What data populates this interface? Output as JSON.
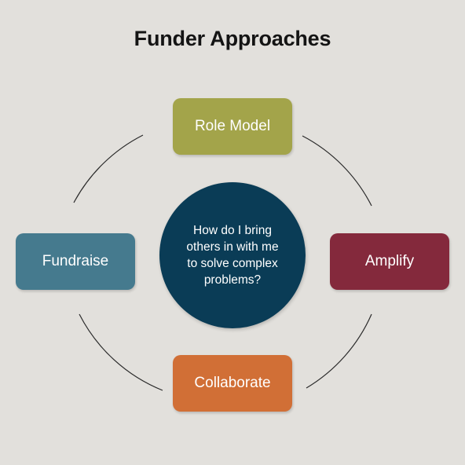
{
  "diagram": {
    "title": "Funder Approaches",
    "center": {
      "text": "How do I bring others in with me to solve complex problems?",
      "color": "#0a3c56"
    },
    "nodes": {
      "top": {
        "label": "Role Model",
        "color": "#a3a44a"
      },
      "right": {
        "label": "Amplify",
        "color": "#84293c"
      },
      "bottom": {
        "label": "Collaborate",
        "color": "#d16f36"
      },
      "left": {
        "label": "Fundraise",
        "color": "#457a8e"
      }
    },
    "connector_color": "#2a2a2a",
    "background": "#e2e0dc"
  }
}
